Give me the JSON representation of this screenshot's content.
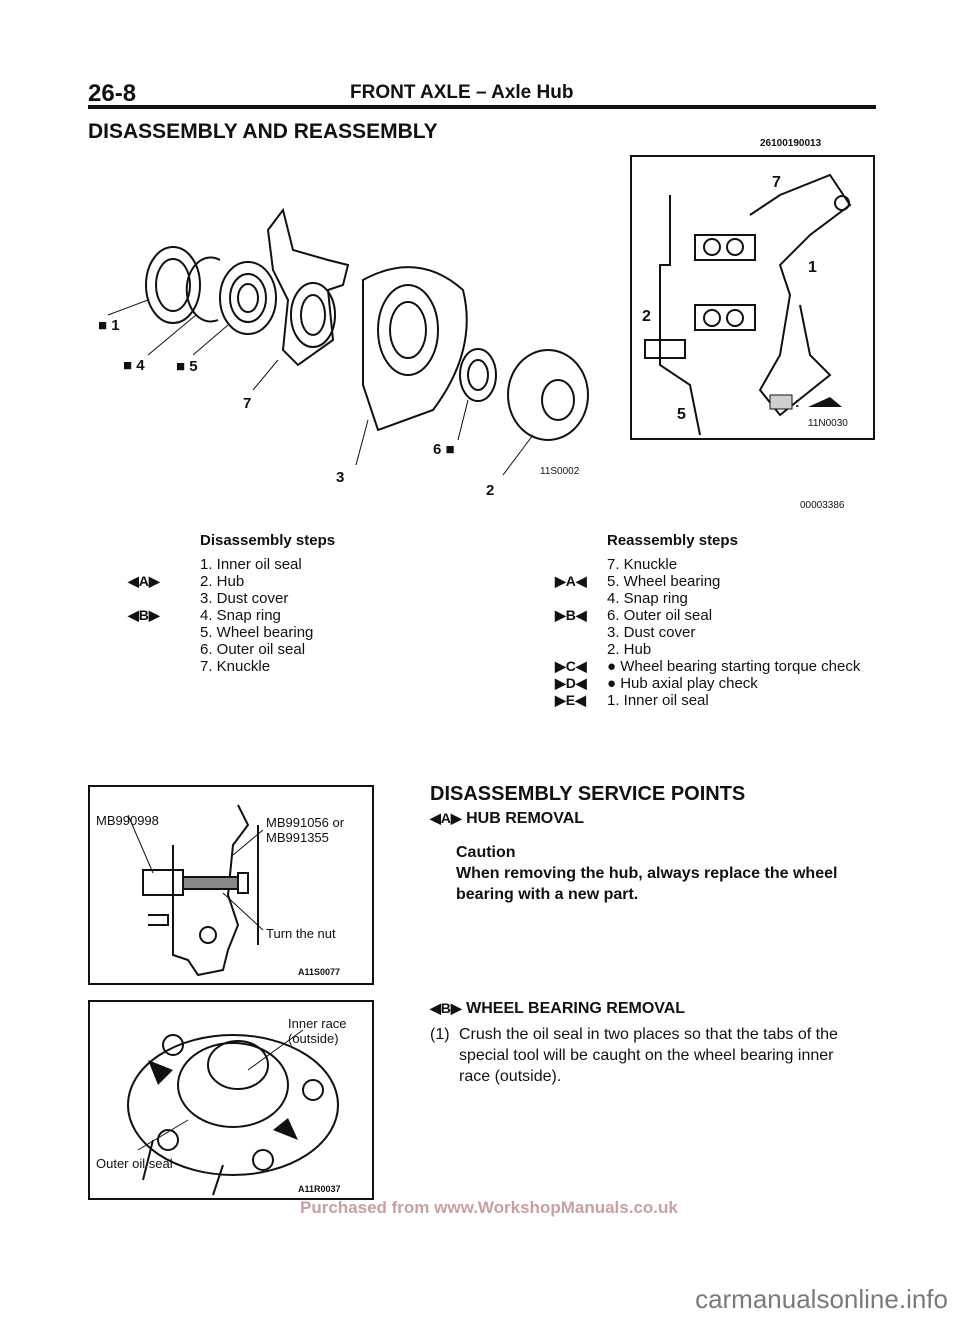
{
  "header": {
    "page_number": "26-8",
    "title": "FRONT AXLE – Axle Hub"
  },
  "section": {
    "title": "DISASSEMBLY AND REASSEMBLY",
    "doc_code": "26100190013"
  },
  "main_figure": {
    "callouts": [
      "1",
      "4",
      "5",
      "7",
      "3",
      "6",
      "2"
    ],
    "code_left": "11S0002",
    "code_bottom": "00003386"
  },
  "inset_figure": {
    "callouts": [
      "7",
      "1",
      "2",
      "5"
    ],
    "code": "11N0030"
  },
  "disassembly": {
    "heading": "Disassembly steps",
    "steps": [
      "1. Inner oil seal",
      "2. Hub",
      "3. Dust cover",
      "4. Snap ring",
      "5. Wheel bearing",
      "6. Outer oil seal",
      "7. Knuckle"
    ],
    "mark_a": "◀A▶",
    "mark_b": "◀B▶"
  },
  "reassembly": {
    "heading": "Reassembly steps",
    "steps": [
      "7. Knuckle",
      "5. Wheel bearing",
      "4. Snap ring",
      "6. Outer oil seal",
      "3. Dust cover",
      "2. Hub",
      "● Wheel bearing starting torque check",
      "● Hub axial play check",
      "1. Inner oil seal"
    ],
    "marks": [
      "▶A◀",
      "▶B◀",
      "▶C◀",
      "▶D◀",
      "▶E◀"
    ]
  },
  "figure_tool": {
    "label_left": "MB990998",
    "label_right_1": "MB991056 or",
    "label_right_2": "MB991355",
    "label_nut": "Turn the nut",
    "code": "A11S0077"
  },
  "figure_hub": {
    "label_inner_1": "Inner race",
    "label_inner_2": "(outside)",
    "label_outer": "Outer oil seal",
    "code": "A11R0037"
  },
  "service": {
    "title": "DISASSEMBLY SERVICE POINTS",
    "hub_mark": "◀A▶",
    "hub_heading": "HUB REMOVAL",
    "caution_heading": "Caution",
    "caution_line1": "When removing the hub, always replace the wheel",
    "caution_line2": "bearing with a new part.",
    "bearing_mark": "◀B▶",
    "bearing_heading": "WHEEL BEARING REMOVAL",
    "step_num": "(1)",
    "step_line1": "Crush the oil seal in two places so that the tabs of the",
    "step_line2": "special tool will be caught on the wheel bearing inner",
    "step_line3": "race (outside)."
  },
  "watermark": "Purchased from www.WorkshopManuals.co.uk",
  "footer_mark": "carmanualsonline.info"
}
